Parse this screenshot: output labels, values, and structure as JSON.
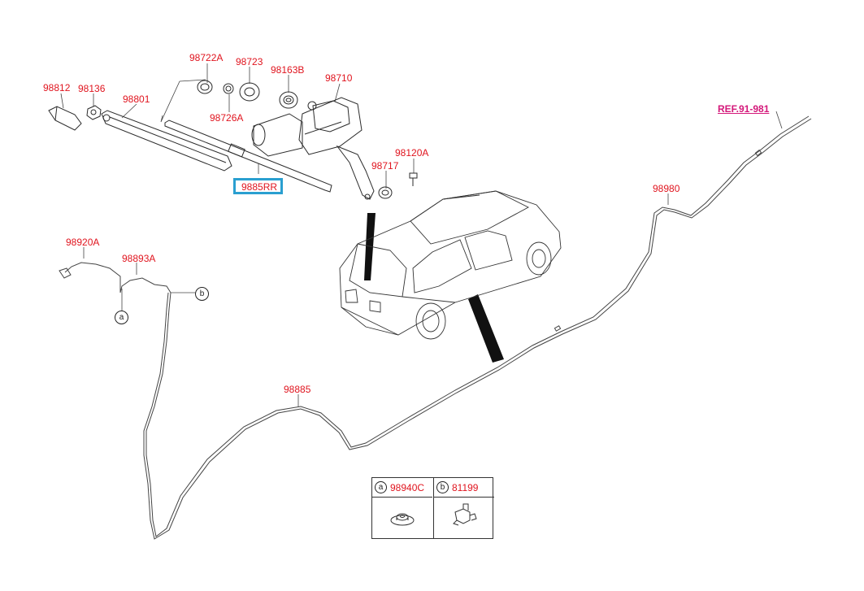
{
  "colors": {
    "label": "#e0141e",
    "callout_border": "#2a9fd0",
    "ref": "#d4187a",
    "line": "#2b2b2b"
  },
  "labels": [
    {
      "id": "98722A",
      "text": "98722A"
    },
    {
      "id": "98723",
      "text": "98723"
    },
    {
      "id": "98163B",
      "text": "98163B"
    },
    {
      "id": "98710",
      "text": "98710"
    },
    {
      "id": "98812",
      "text": "98812"
    },
    {
      "id": "98136",
      "text": "98136"
    },
    {
      "id": "98801",
      "text": "98801"
    },
    {
      "id": "98726A",
      "text": "98726A"
    },
    {
      "id": "98120A",
      "text": "98120A"
    },
    {
      "id": "98717",
      "text": "98717"
    },
    {
      "id": "98980",
      "text": "98980"
    },
    {
      "id": "98920A",
      "text": "98920A"
    },
    {
      "id": "98893A",
      "text": "98893A"
    },
    {
      "id": "98885",
      "text": "98885"
    }
  ],
  "callout": {
    "text": "9885RR"
  },
  "reference": {
    "text": "REF.91-981"
  },
  "connectors": {
    "a": "a",
    "b": "b"
  },
  "legend": [
    {
      "key": "a",
      "code": "98940C",
      "icon": "grommet-icon"
    },
    {
      "key": "b",
      "code": "81199",
      "icon": "clip-icon"
    }
  ]
}
